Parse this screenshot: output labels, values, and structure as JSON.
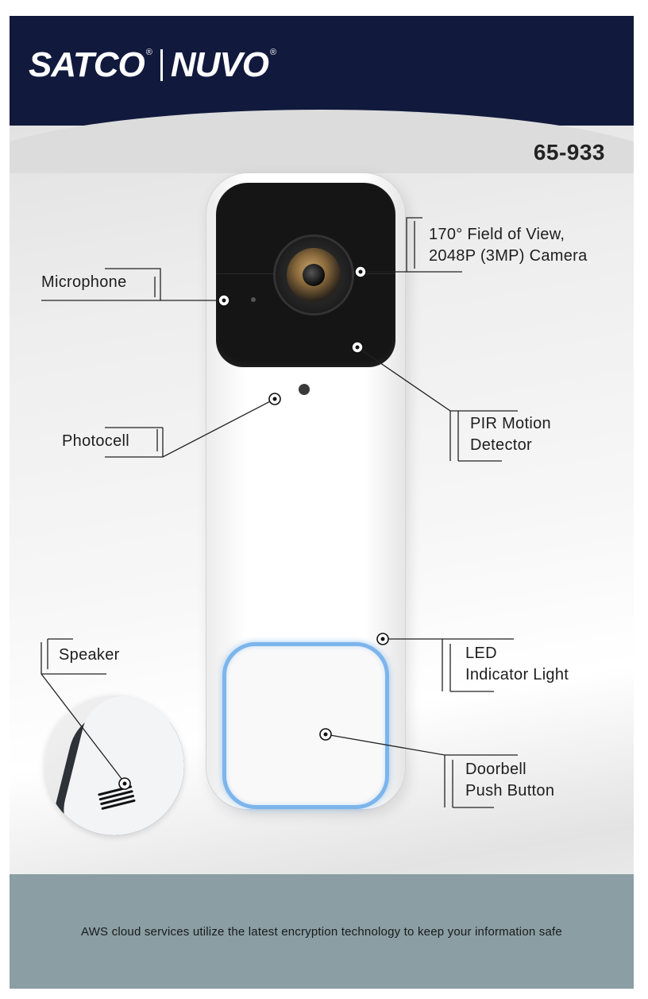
{
  "brand": {
    "left_name": "SATCO",
    "right_name": "NUVO",
    "registered_mark": "®"
  },
  "model_number": "65-933",
  "callouts": {
    "camera": [
      "170° Field of View,",
      "2048P (3MP) Camera"
    ],
    "microphone": [
      "Microphone"
    ],
    "pir": [
      "PIR Motion",
      "Detector"
    ],
    "photocell": [
      "Photocell"
    ],
    "speaker": [
      "Speaker"
    ],
    "led": [
      "LED",
      "Indicator Light"
    ],
    "button": [
      "Doorbell",
      "Push Button"
    ]
  },
  "footer": {
    "text": "AWS cloud services utilize the latest encryption technology to keep your information safe"
  },
  "colors": {
    "header_bg": "#111a3d",
    "footer_bg": "#8a9ea3",
    "led_ring": "#7cb5ec"
  },
  "icons": {
    "callout_marker": "target-dot-icon"
  }
}
